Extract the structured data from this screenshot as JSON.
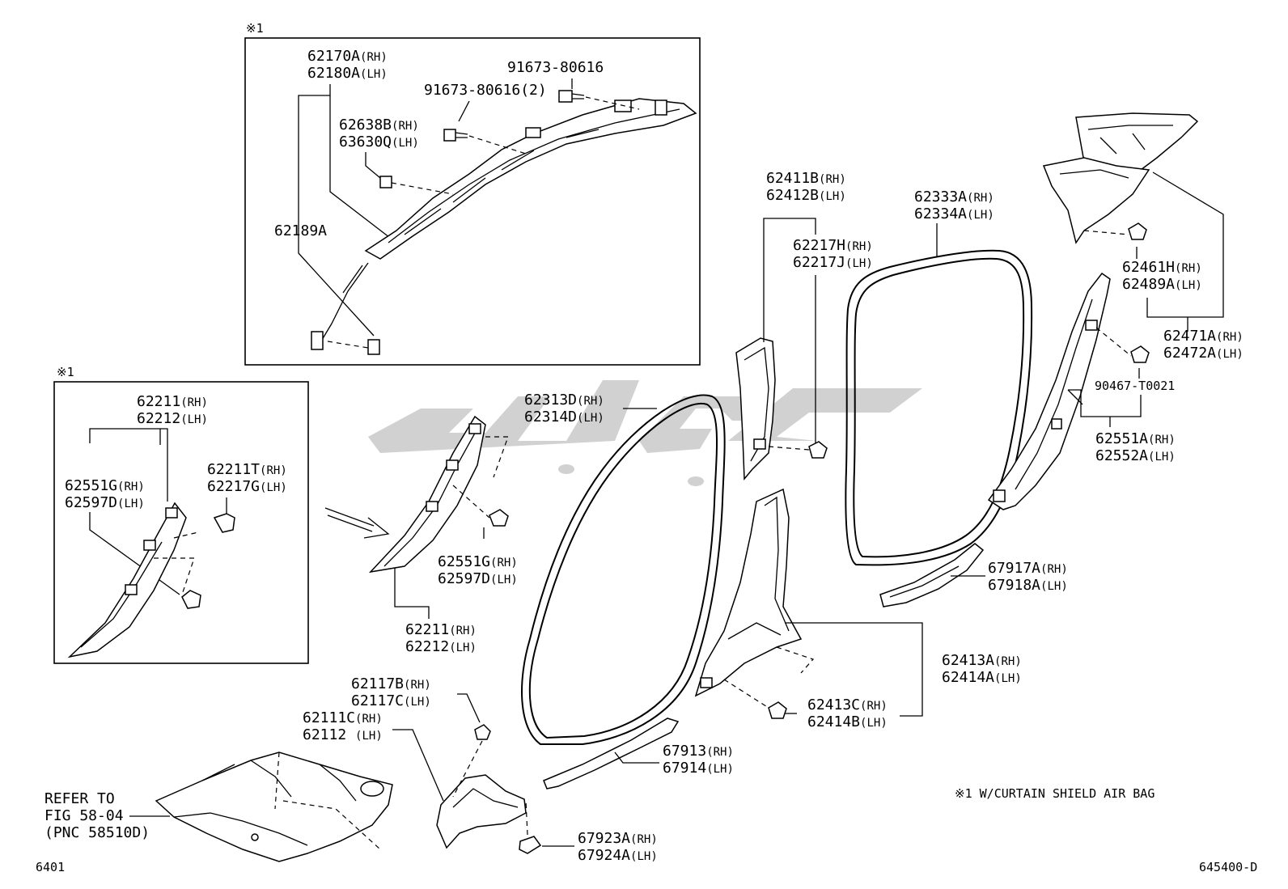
{
  "labels": {
    "box_top_mark": "※1",
    "box_left_mark": "※1",
    "p62170A": "62170A",
    "p62170A_s": "(RH)",
    "p62180A": "62180A",
    "p62180A_s": "(LH)",
    "p91673_a": "91673-80616",
    "p91673_b": "91673-80616(2)",
    "p62638B": "62638B",
    "p62638B_s": "(RH)",
    "p63630Q": "63630Q",
    "p63630Q_s": "(LH)",
    "p62189A": "62189A",
    "p62211_box": "62211",
    "p62211_box_s": "(RH)",
    "p62212_box": "62212",
    "p62212_box_s": "(LH)",
    "p62211T": "62211T",
    "p62211T_s": "(RH)",
    "p62217G": "62217G",
    "p62217G_s": "(LH)",
    "p62551G_box": "62551G",
    "p62551G_box_s": "(RH)",
    "p62597D_box": "62597D",
    "p62597D_box_s": "(LH)",
    "p62551G": "62551G",
    "p62551G_s": "(RH)",
    "p62597D": "62597D",
    "p62597D_s": "(LH)",
    "p62211": "62211",
    "p62211_s": "(RH)",
    "p62212": "62212",
    "p62212_s": "(LH)",
    "p62313D": "62313D",
    "p62313D_s": "(RH)",
    "p62314D": "62314D",
    "p62314D_s": "(LH)",
    "p62411B": "62411B",
    "p62411B_s": "(RH)",
    "p62412B": "62412B",
    "p62412B_s": "(LH)",
    "p62217H": "62217H",
    "p62217H_s": "(RH)",
    "p62217J": "62217J",
    "p62217J_s": "(LH)",
    "p62333A": "62333A",
    "p62333A_s": "(RH)",
    "p62334A": "62334A",
    "p62334A_s": "(LH)",
    "p62461H": "62461H",
    "p62461H_s": "(RH)",
    "p62489A": "62489A",
    "p62489A_s": "(LH)",
    "p62471A": "62471A",
    "p62471A_s": "(RH)",
    "p62472A": "62472A",
    "p62472A_s": "(LH)",
    "p90467": "90467-T0021",
    "p62551A": "62551A",
    "p62551A_s": "(RH)",
    "p62552A": "62552A",
    "p62552A_s": "(LH)",
    "p67917A": "67917A",
    "p67917A_s": "(RH)",
    "p67918A": "67918A",
    "p67918A_s": "(LH)",
    "p62413A": "62413A",
    "p62413A_s": "(RH)",
    "p62414A": "62414A",
    "p62414A_s": "(LH)",
    "p62413C": "62413C",
    "p62413C_s": "(RH)",
    "p62414B": "62414B",
    "p62414B_s": "(LH)",
    "p62117B": "62117B",
    "p62117B_s": "(RH)",
    "p62117C": "62117C",
    "p62117C_s": "(LH)",
    "p62111C": "62111C",
    "p62111C_s": "(RH)",
    "p62112": "62112 ",
    "p62112_s": "(LH)",
    "p67913": "67913",
    "p67913_s": "(RH)",
    "p67914": "67914",
    "p67914_s": "(LH)",
    "p67923A": "67923A",
    "p67923A_s": "(RH)",
    "p67924A": "67924A",
    "p67924A_s": "(LH)",
    "refer_1": "REFER TO",
    "refer_2": "FIG 58-04",
    "refer_3": "(PNC 58510D)",
    "note": "※1 W/CURTAIN SHIELD AIR BAG",
    "page_left": "6401",
    "page_right": "645400-D"
  },
  "colors": {
    "ink": "#000000",
    "watermark": "#c8c8c8",
    "background": "#ffffff"
  }
}
